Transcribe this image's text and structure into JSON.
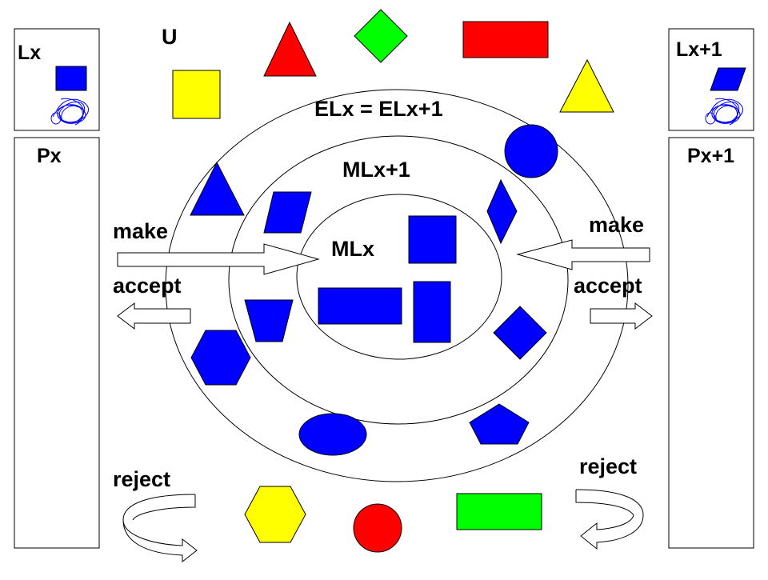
{
  "labels": {
    "universe": "U",
    "left_language": "Lx",
    "right_language": "Lx+1",
    "left_program": "Px",
    "right_program": "Px+1",
    "outer_set": "ELx = ELx+1",
    "middle_set": "MLx+1",
    "inner_set": "MLx",
    "make_left": "make",
    "accept_left": "accept",
    "make_right": "make",
    "accept_right": "accept",
    "reject_left": "reject",
    "reject_right": "reject"
  },
  "colors": {
    "blue": "#0000ff",
    "red": "#ff0000",
    "yellow": "#ffff00",
    "green": "#00ff00",
    "outline": "#000000",
    "background": "#ffffff"
  }
}
